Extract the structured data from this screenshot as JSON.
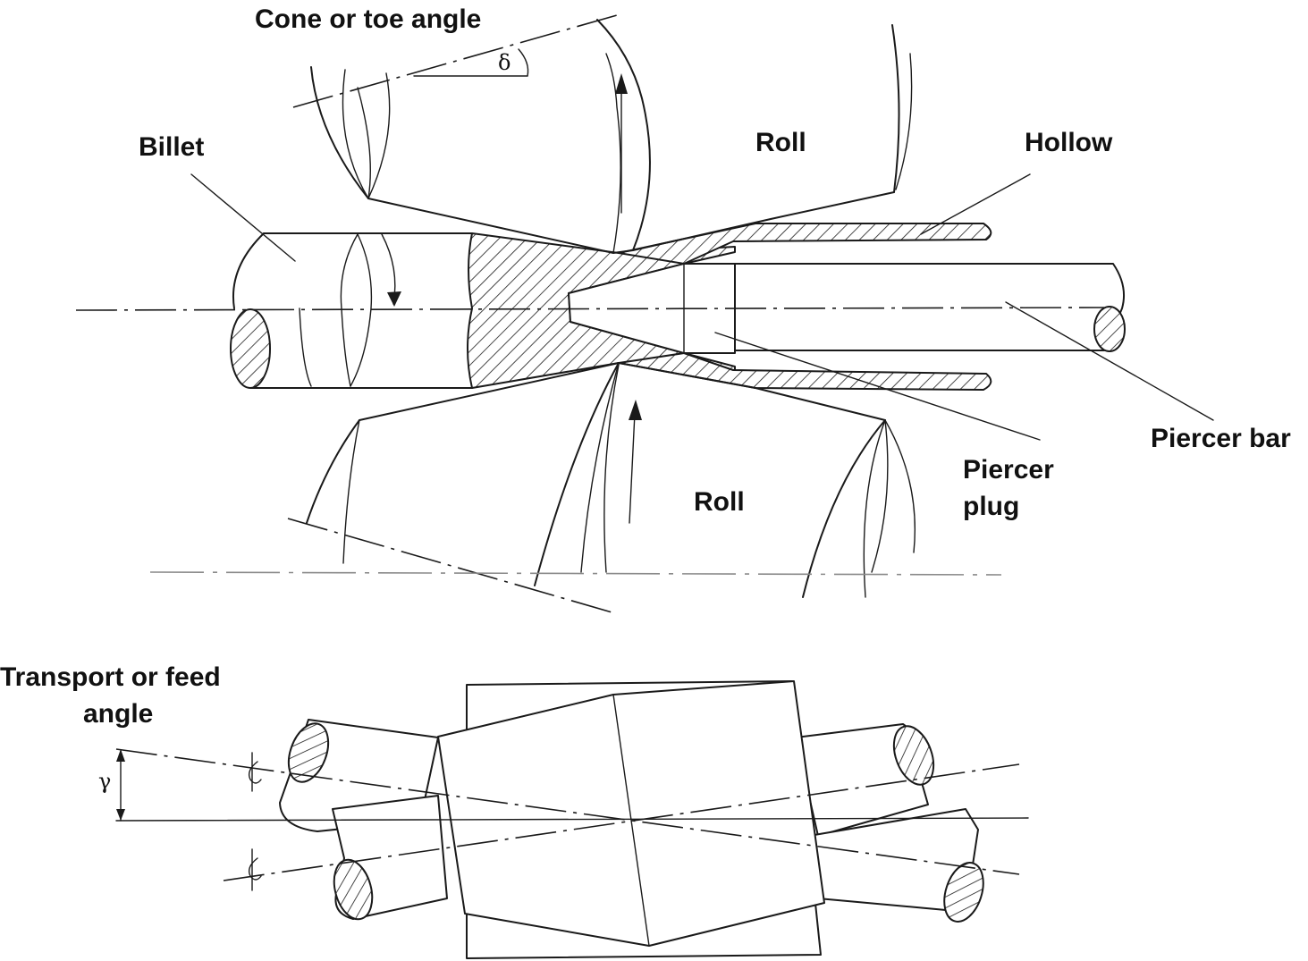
{
  "labels": {
    "cone_angle": "Cone or toe angle",
    "delta": "δ",
    "billet": "Billet",
    "roll_top": "Roll",
    "hollow": "Hollow",
    "piercer_bar": "Piercer bar",
    "piercer_plug_line1": "Piercer",
    "piercer_plug_line2": "plug",
    "roll_bottom": "Roll",
    "feed_angle_line1": "Transport or feed",
    "feed_angle_line2": "angle",
    "gamma": "γ"
  }
}
